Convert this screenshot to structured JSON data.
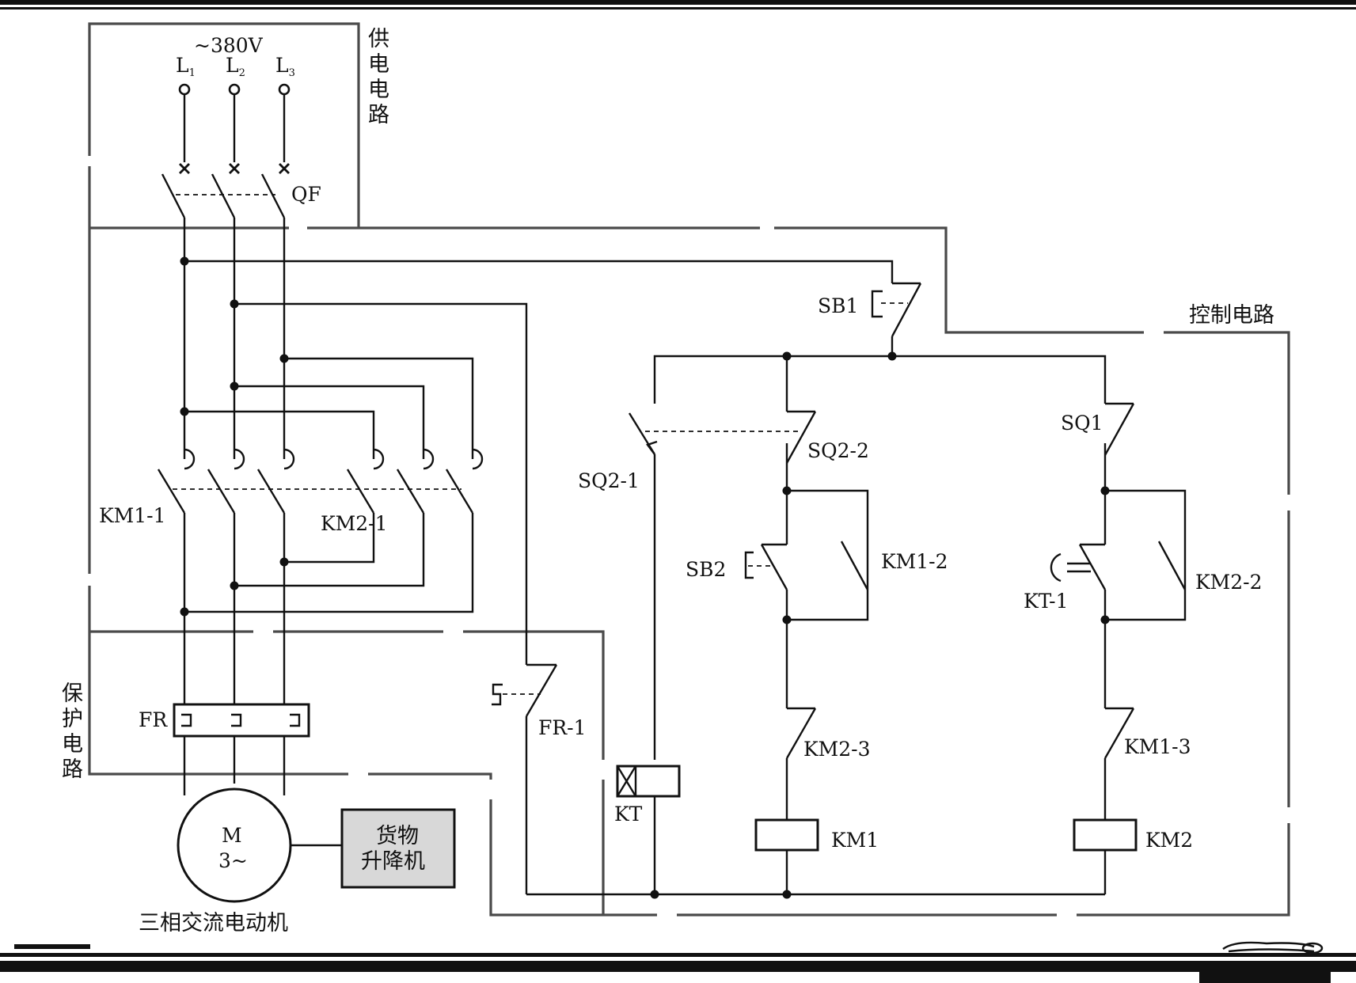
{
  "supply": {
    "voltage": "~380V",
    "phases": [
      "L",
      "L",
      "L"
    ],
    "phase_subscripts": [
      "1",
      "2",
      "3"
    ],
    "breaker": "QF"
  },
  "regions": {
    "supply": "供电电路",
    "control": "控制电路",
    "protection": "保护电路"
  },
  "contacts": {
    "km1_1": "KM1-1",
    "km2_1": "KM2-1",
    "sb1": "SB1",
    "sb2": "SB2",
    "sq1": "SQ1",
    "sq2_1": "SQ2-1",
    "sq2_2": "SQ2-2",
    "km1_2": "KM1-2",
    "km2_2": "KM2-2",
    "kt_1": "KT-1",
    "km2_3": "KM2-3",
    "km1_3": "KM1-3",
    "fr_1": "FR-1"
  },
  "devices": {
    "fr": "FR",
    "kt": "KT",
    "km1": "KM1",
    "km2": "KM2",
    "motor_symbol": "M",
    "motor_phase": "3~",
    "motor_caption": "三相交流电动机",
    "load_line1": "货物",
    "load_line2": "升降机"
  }
}
